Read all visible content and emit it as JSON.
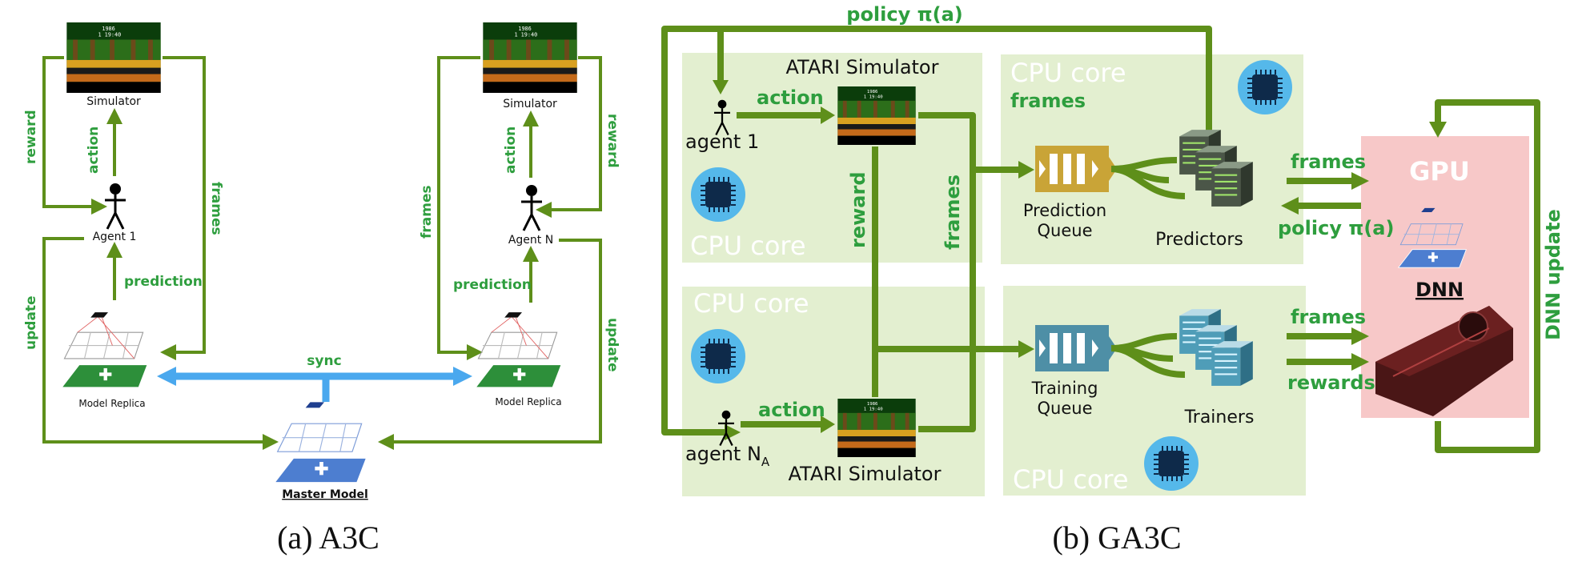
{
  "a3c": {
    "simulator_left": "Simulator",
    "simulator_right": "Simulator",
    "agent_1": "Agent 1",
    "agent_n": "Agent N",
    "reward_left": "reward",
    "reward_right": "reward",
    "action_left": "action",
    "action_right": "action",
    "frames_left": "frames",
    "frames_right": "frames",
    "prediction_left": "prediction",
    "prediction_right": "prediction",
    "update_left": "update",
    "update_right": "update",
    "sync": "sync",
    "model_replica_left": "Model Replica",
    "model_replica_right": "Model Replica",
    "master_model": "Master Model",
    "caption": "(a) A3C"
  },
  "ga3c": {
    "policy_top": "policy π(a)",
    "atari_sim_top": "ATARI Simulator",
    "atari_sim_bottom": "ATARI Simulator",
    "agent_1": "agent 1",
    "agent_na_main": "agent N",
    "agent_na_sub": "A",
    "action_top": "action",
    "action_bottom": "action",
    "reward": "reward",
    "frames_vertical": "frames",
    "cpu_core_1": "CPU core",
    "cpu_core_2": "CPU core",
    "cpu_core_3": "CPU core",
    "cpu_core_4": "CPU core",
    "cpu_core_frames": "frames",
    "prediction_queue_1": "Prediction",
    "prediction_queue_2": "Queue",
    "training_queue_1": "Training",
    "training_queue_2": "Queue",
    "predictors": "Predictors",
    "trainers": "Trainers",
    "frames_to_gpu": "frames",
    "policy_from_gpu": "policy π(a)",
    "frames_train": "frames",
    "rewards_train": "rewards",
    "gpu": "GPU",
    "dnn": "DNN",
    "dnn_update": "DNN update",
    "cpu_chip": "CPU",
    "caption": "(b) GA3C"
  },
  "colors": {
    "green_text": "#2e9e3e",
    "arrow_olive": "#5e8f1a",
    "core_bg": "#e3efd0",
    "gpu_bg": "#f7c8c8",
    "sync_blue": "#4aa8ee"
  }
}
